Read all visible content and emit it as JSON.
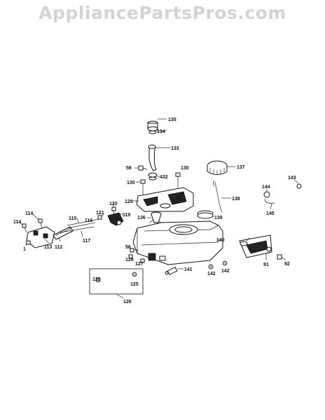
{
  "watermark": "AppliancePartsPros.com",
  "callouts": {
    "c135": "135",
    "c134": "134",
    "c133": "133",
    "c56a": "56",
    "c432": "432",
    "c130a": "130",
    "c137": "137",
    "c143": "143",
    "c130b": "130",
    "c144": "144",
    "c138": "138",
    "c129": "129",
    "c120": "120",
    "c145": "145",
    "c121": "121",
    "c119": "119",
    "c114a": "114",
    "c115": "115",
    "c136": "136",
    "c139": "139",
    "c116": "116",
    "c114b": "114",
    "c117": "117",
    "c140": "140",
    "c56b": "56",
    "c113": "113",
    "c112": "112",
    "c1": "1",
    "c128": "128",
    "c127": "127",
    "c91": "91",
    "c92": "92",
    "c141": "141",
    "c142a": "142",
    "c142b": "142",
    "c125a": "125",
    "c125b": "125",
    "c126": "126"
  }
}
